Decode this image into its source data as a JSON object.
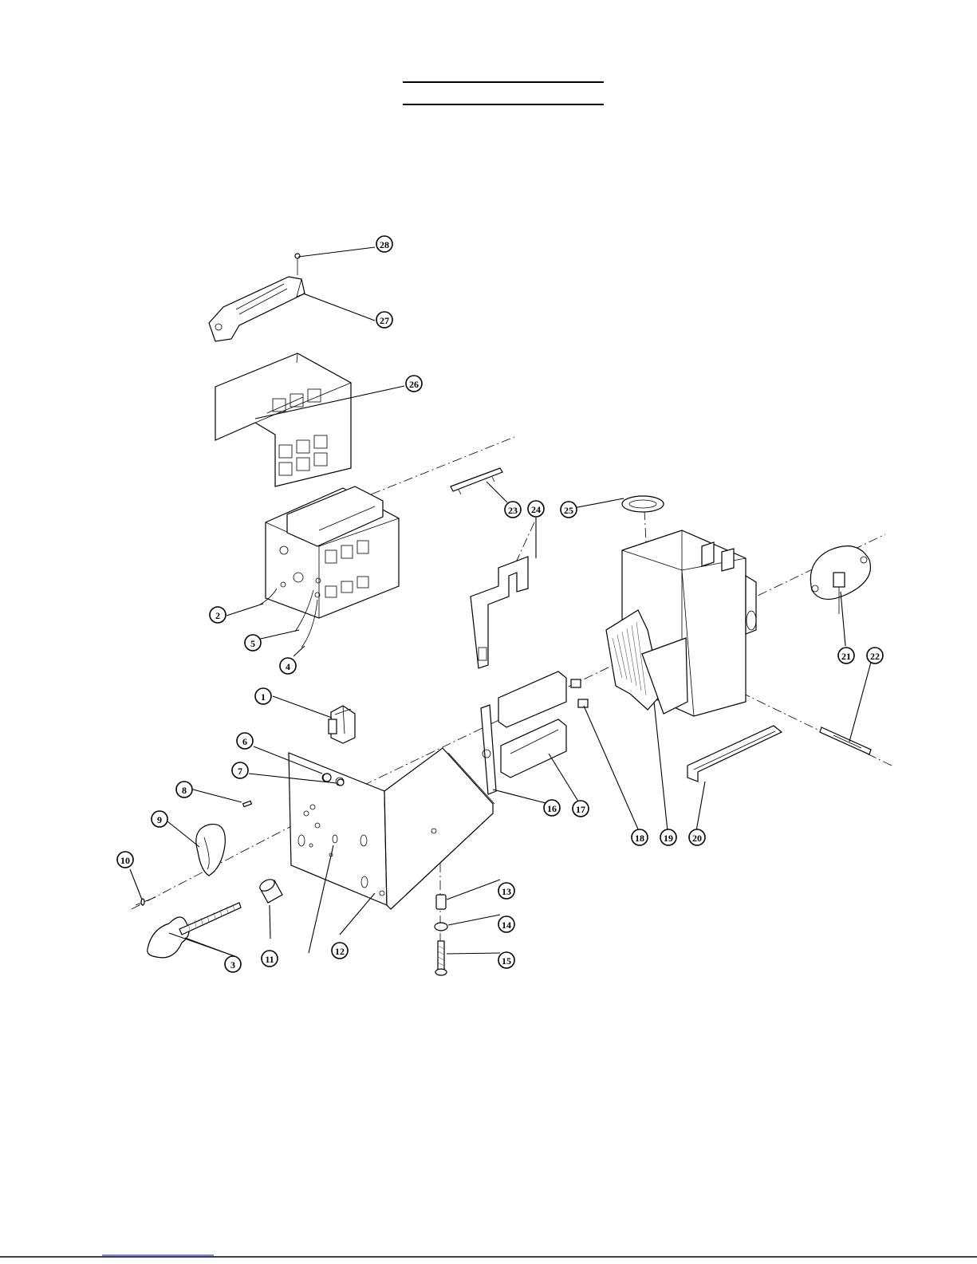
{
  "header": {
    "rule_color": "#000000"
  },
  "callouts": [
    {
      "id": "1",
      "label": "1"
    },
    {
      "id": "2",
      "label": "2"
    },
    {
      "id": "3",
      "label": "3"
    },
    {
      "id": "4",
      "label": "4"
    },
    {
      "id": "5",
      "label": "5"
    },
    {
      "id": "6",
      "label": "6"
    },
    {
      "id": "7",
      "label": "7"
    },
    {
      "id": "8",
      "label": "8"
    },
    {
      "id": "9",
      "label": "9"
    },
    {
      "id": "10",
      "label": "10"
    },
    {
      "id": "11",
      "label": "11"
    },
    {
      "id": "12",
      "label": "12"
    },
    {
      "id": "13",
      "label": "13"
    },
    {
      "id": "14",
      "label": "14"
    },
    {
      "id": "15",
      "label": "15"
    },
    {
      "id": "16",
      "label": "16"
    },
    {
      "id": "17",
      "label": "17"
    },
    {
      "id": "18",
      "label": "18"
    },
    {
      "id": "19",
      "label": "19"
    },
    {
      "id": "20",
      "label": "20"
    },
    {
      "id": "21",
      "label": "21"
    },
    {
      "id": "22",
      "label": "22"
    },
    {
      "id": "23",
      "label": "23"
    },
    {
      "id": "24",
      "label": "24"
    },
    {
      "id": "25",
      "label": "25"
    },
    {
      "id": "26",
      "label": "26"
    },
    {
      "id": "27",
      "label": "27"
    },
    {
      "id": "28",
      "label": "28"
    }
  ]
}
